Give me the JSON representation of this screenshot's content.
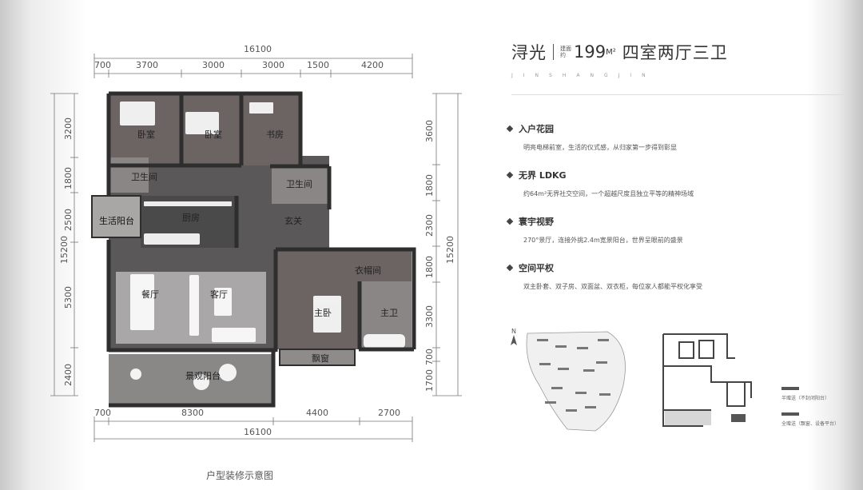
{
  "dims": {
    "top_total": "16100",
    "top_segments": [
      "700",
      "3700",
      "3000",
      "3000",
      "1500",
      "4200"
    ],
    "bottom_segments": [
      "700",
      "8300",
      "4400",
      "2700"
    ],
    "bottom_total": "16100",
    "left_segments": [
      "3200",
      "1800",
      "2500",
      "5300",
      "2400"
    ],
    "left_total": "15200",
    "right_segments": [
      "3600",
      "1800",
      "2300",
      "1800",
      "3300",
      "700",
      "1700"
    ],
    "right_total": "15200"
  },
  "rooms": {
    "bedroom_1": "卧室",
    "bedroom_2": "卧室",
    "study": "书房",
    "bath_1": "卫生间",
    "bath_2": "卫生间",
    "utility_balcony": "生活阳台",
    "kitchen": "厨房",
    "entrance": "玄关",
    "closet": "衣帽间",
    "dining": "餐厅",
    "living": "客厅",
    "master_bedroom": "主卧",
    "master_bath": "主卫",
    "bay_window": "飘窗",
    "view_balcony": "景观阳台"
  },
  "caption": "户型装修示意图",
  "title": {
    "name": "浔光",
    "area_label_1": "建面",
    "area_label_2": "约",
    "area": "199",
    "unit": "M²",
    "layout": "四室两厅三卫"
  },
  "subtitle": "JINSHANGJIN",
  "features": [
    {
      "title": "入户花园",
      "desc": "明亮电梯前室，生活的仪式感，从归家第一步得到彰显"
    },
    {
      "title": "无界 LDKG",
      "desc": "约64m²无界社交空间，一个超越尺度且独立平等的精神场域"
    },
    {
      "title": "寰宇视野",
      "desc": "270°景厅，连接外挑2.4m宽景阳台，世界呈眼前的盛景"
    },
    {
      "title": "空间平权",
      "desc": "双主卧套、双子房、双面盆、双衣柜，每位家人都能平权化享受"
    }
  ],
  "compass_label": "N",
  "legend": [
    {
      "label": "半赠送（不封闭阳台）"
    },
    {
      "label": "全赠送（飘窗、设备平台）"
    }
  ],
  "colors": {
    "wall": "#2e2e2e",
    "room_dark": "#6b6463",
    "room_mid": "#8a8383",
    "floor_grey": "#5a5858"
  }
}
